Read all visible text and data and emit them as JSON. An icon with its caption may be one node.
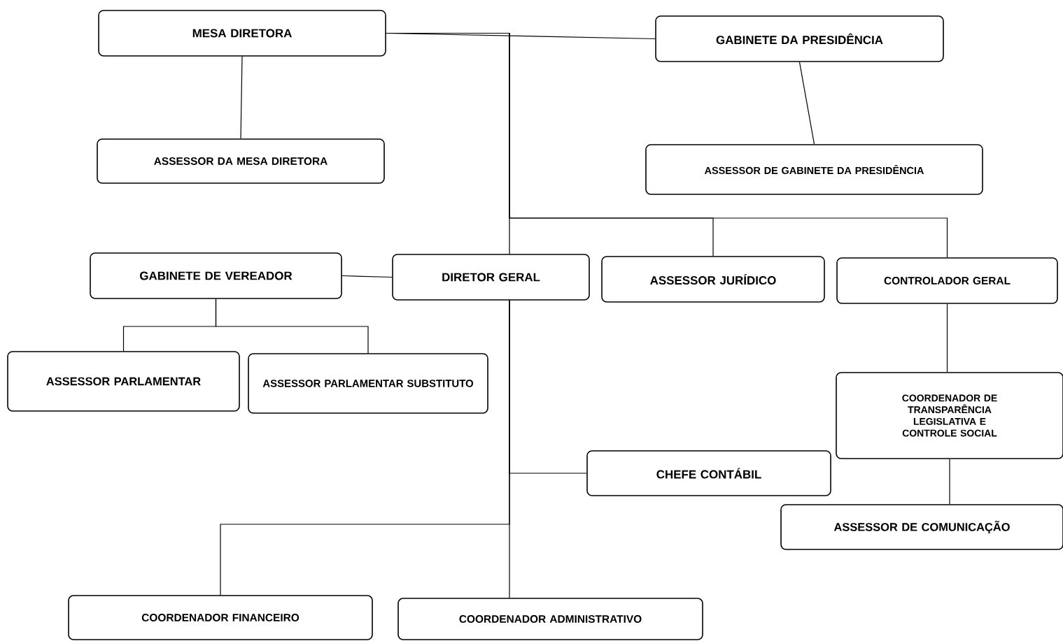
{
  "diagram": {
    "nodes": [
      {
        "text": [
          "MESA DIRETORA"
        ]
      },
      {
        "text": [
          "GABINETE DA PRESIDÊNCIA"
        ]
      },
      {
        "text": [
          "ASSESSOR DA MESA DIRETORA"
        ]
      },
      {
        "text": [
          "ASSESSOR DE GABINETE DA PRESIDÊNCIA"
        ]
      },
      {
        "text": [
          "GABINETE DE VEREADOR"
        ]
      },
      {
        "text": [
          "DIRETOR GERAL"
        ]
      },
      {
        "text": [
          "ASSESSOR JURÍDICO"
        ]
      },
      {
        "text": [
          "CONTROLADOR GERAL"
        ]
      },
      {
        "text": [
          "ASSESSOR PARLAMENTAR"
        ]
      },
      {
        "text": [
          "ASSESSOR PARLAMENTAR SUBSTITUTO"
        ]
      },
      {
        "text": [
          "COORDENADOR DE TRANSPARÊNCIA LEGISLATIVA E CONTROLE SOCIAL"
        ]
      },
      {
        "text": [
          "CHEFE CONTÁBIL"
        ]
      },
      {
        "text": [
          "ASSESSOR DE COMUNICAÇÃO"
        ]
      },
      {
        "text": [
          "COORDENADOR FINANCEIRO"
        ]
      },
      {
        "text": [
          "COORDENADOR ADMINISTRATIVO"
        ]
      }
    ],
    "edges": [
      {
        "from": 0,
        "to": 1,
        "arrow": "none"
      },
      {
        "from": 0,
        "to": 5,
        "arrow": "none"
      },
      {
        "from": 0,
        "to": 6,
        "arrow": "none"
      },
      {
        "from": 0,
        "to": 7,
        "arrow": "none"
      },
      {
        "from": 0,
        "to": 2,
        "arrow": "none"
      },
      {
        "from": 1,
        "to": 3,
        "arrow": "none"
      },
      {
        "from": 5,
        "to": 4,
        "arrow": "none"
      },
      {
        "from": 4,
        "to": 8,
        "arrow": "none"
      },
      {
        "from": 4,
        "to": 9,
        "arrow": "none"
      },
      {
        "from": 7,
        "to": 10,
        "arrow": "none"
      },
      {
        "from": 10,
        "to": 12,
        "arrow": "none"
      },
      {
        "from": 5,
        "to": 11,
        "arrow": "none"
      },
      {
        "from": 5,
        "to": 13,
        "arrow": "none"
      },
      {
        "from": 5,
        "to": 14,
        "arrow": "none"
      }
    ]
  }
}
